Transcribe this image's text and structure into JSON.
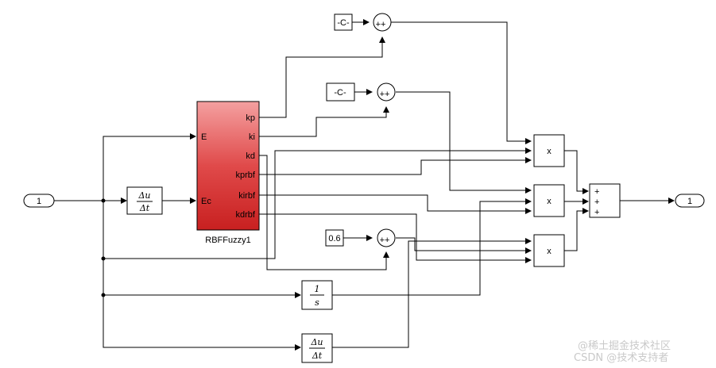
{
  "diagram": {
    "inport_label": "1",
    "outport_label": "1",
    "fuzzy_block": {
      "name": "RBFFuzzy1",
      "inputs": [
        "E",
        "Ec"
      ],
      "outputs": [
        "kp",
        "ki",
        "kd",
        "kprbf",
        "kirbf",
        "kdrbf"
      ],
      "color": "#e04a4a"
    },
    "derivative_top": {
      "num": "Δu",
      "den": "Δt"
    },
    "derivative_bottom": {
      "num": "Δu",
      "den": "Δt"
    },
    "integrator": {
      "num": "1",
      "den": "s"
    },
    "const_1": "-C-",
    "const_2": "-C-",
    "const_3": "0.6",
    "sum_signs": "++",
    "product_label": "x",
    "sum_out_signs": [
      "+",
      "+",
      "+"
    ],
    "watermark_1": "@稀土掘金技术社区",
    "watermark_2": "CSDN @技术支持者"
  }
}
